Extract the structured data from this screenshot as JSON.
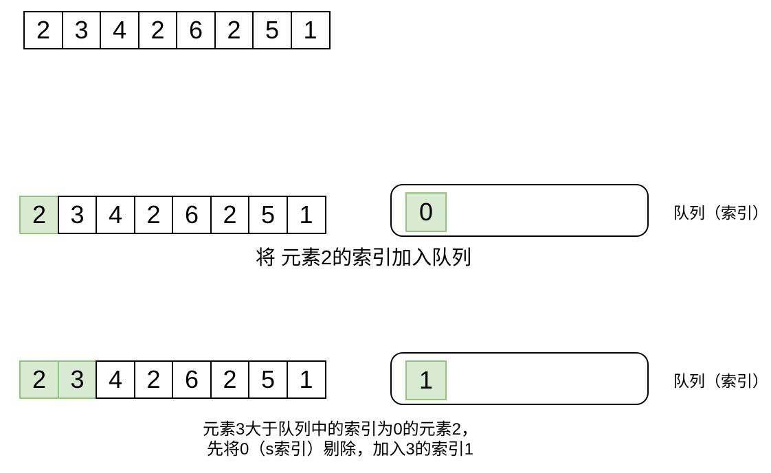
{
  "colors": {
    "highlight_fill": "#d9ead3",
    "highlight_border": "#93c47d",
    "outline": "#000000"
  },
  "array_values": [
    "2",
    "3",
    "4",
    "2",
    "6",
    "2",
    "5",
    "1"
  ],
  "step1": {
    "highlighted_indices": [
      0
    ],
    "queue_items": [
      "0"
    ],
    "queue_label": "队列（索引）",
    "caption": "将 元素2的索引加入队列"
  },
  "step2": {
    "highlighted_indices": [
      0,
      1
    ],
    "queue_items": [
      "1"
    ],
    "queue_label": "队列（索引）",
    "caption_line1": "元素3大于队列中的索引为0的元素2，",
    "caption_line2": "先将0（s索引）剔除，加入3的索引1"
  }
}
